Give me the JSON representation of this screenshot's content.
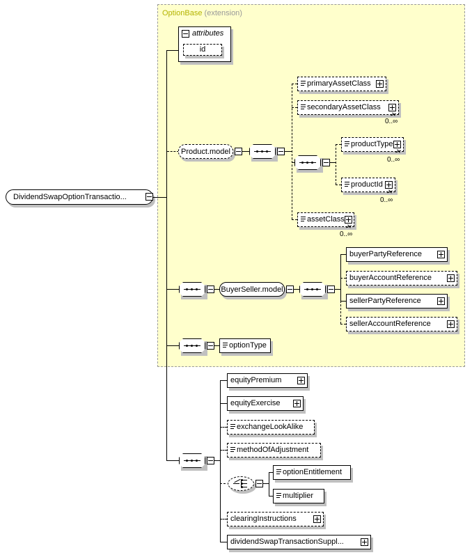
{
  "diagram": {
    "type": "xsd-schema-diagram",
    "root": {
      "label": "DividendSwapOptionTransactio...",
      "expander": "minus"
    },
    "extension": {
      "name": "OptionBase",
      "kind": "(extension)",
      "title_color": "#b3b300",
      "background": "#ffffcc",
      "border_color": "#999999"
    },
    "attributes_group": {
      "label": "attributes",
      "expander": "minus"
    },
    "attributes": [
      {
        "label": "id",
        "style": "dashed"
      }
    ],
    "model_refs": [
      {
        "label": "Product.model",
        "expander": "minus"
      },
      {
        "label": "BuyerSeller.model",
        "expander": "minus"
      }
    ],
    "elements": [
      {
        "label": "primaryAssetClass",
        "style": "dashed",
        "expander": "plus",
        "icon": "element-icon",
        "cardinality": ""
      },
      {
        "label": "secondaryAssetClass",
        "style": "dashed",
        "expander": "plus",
        "icon": "element-icon",
        "cardinality": "0..∞"
      },
      {
        "label": "productType",
        "style": "dashed",
        "expander": "plus",
        "icon": "element-icon",
        "cardinality": "0..∞"
      },
      {
        "label": "productId",
        "style": "dashed",
        "expander": "plus",
        "icon": "element-icon",
        "cardinality": "0..∞"
      },
      {
        "label": "assetClass",
        "style": "dashed",
        "expander": "plus",
        "icon": "element-icon",
        "cardinality": "0..∞"
      },
      {
        "label": "buyerPartyReference",
        "style": "solid",
        "expander": "plus",
        "icon": "none",
        "cardinality": ""
      },
      {
        "label": "buyerAccountReference",
        "style": "dashed",
        "expander": "plus",
        "icon": "none",
        "cardinality": ""
      },
      {
        "label": "sellerPartyReference",
        "style": "solid",
        "expander": "plus",
        "icon": "none",
        "cardinality": ""
      },
      {
        "label": "sellerAccountReference",
        "style": "dashed",
        "expander": "plus",
        "icon": "none",
        "cardinality": ""
      },
      {
        "label": "optionType",
        "style": "solid",
        "expander": "none",
        "icon": "element-icon",
        "cardinality": ""
      },
      {
        "label": "equityPremium",
        "style": "solid",
        "expander": "plus",
        "icon": "none",
        "cardinality": ""
      },
      {
        "label": "equityExercise",
        "style": "solid",
        "expander": "plus",
        "icon": "none",
        "cardinality": ""
      },
      {
        "label": "exchangeLookAlike",
        "style": "dashed",
        "expander": "none",
        "icon": "element-icon",
        "cardinality": ""
      },
      {
        "label": "methodOfAdjustment",
        "style": "dashed",
        "expander": "none",
        "icon": "element-icon",
        "cardinality": ""
      },
      {
        "label": "optionEntitlement",
        "style": "solid",
        "expander": "none",
        "icon": "element-icon",
        "cardinality": ""
      },
      {
        "label": "multiplier",
        "style": "solid",
        "expander": "none",
        "icon": "element-icon",
        "cardinality": ""
      },
      {
        "label": "clearingInstructions",
        "style": "dashed",
        "expander": "plus",
        "icon": "none",
        "cardinality": ""
      },
      {
        "label": "dividendSwapTransactionSuppl...",
        "style": "solid",
        "expander": "plus",
        "icon": "none",
        "cardinality": ""
      }
    ],
    "compositors": [
      {
        "kind": "sequence",
        "name": "product-model-sequence"
      },
      {
        "kind": "sequence",
        "name": "product-inner-sequence"
      },
      {
        "kind": "sequence",
        "name": "buyerseller-outer-sequence"
      },
      {
        "kind": "sequence",
        "name": "buyerseller-inner-sequence"
      },
      {
        "kind": "sequence",
        "name": "optiontype-sequence"
      },
      {
        "kind": "sequence",
        "name": "bottom-sequence"
      },
      {
        "kind": "choice",
        "name": "entitlement-choice"
      }
    ]
  }
}
